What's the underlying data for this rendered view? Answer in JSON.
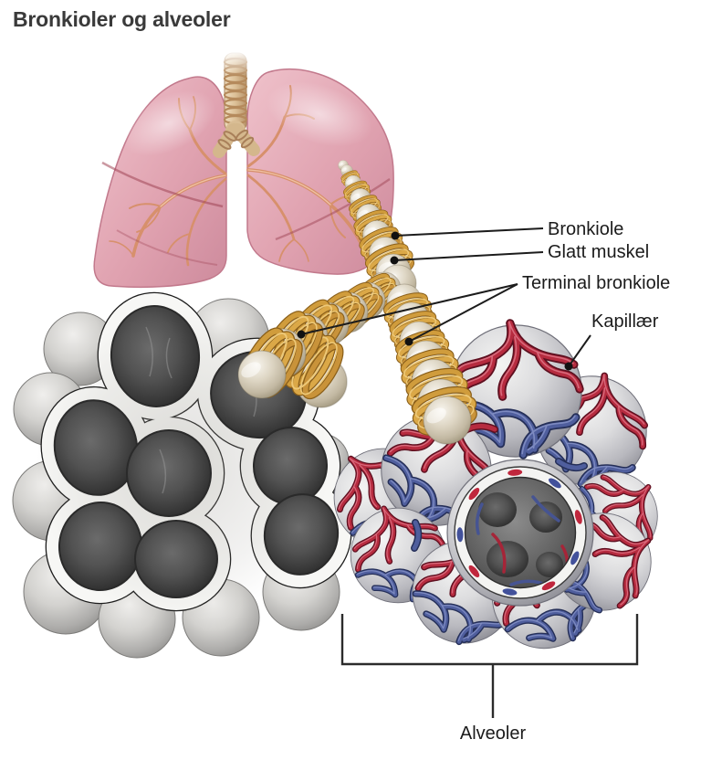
{
  "title": "Bronkioler og alveoler",
  "labels": {
    "bronkiole": "Bronkiole",
    "glatt_muskel": "Glatt muskel",
    "terminal_bronkiole": "Terminal bronkiole",
    "kapillaer": "Kapillær",
    "alveoler": "Alveoler"
  },
  "colors": {
    "smooth_muscle_gold": "#cf9a3a",
    "capillary_red": "#b62b3f",
    "capillary_blue": "#4f5e9d",
    "lung_pink": "#e2a6b2",
    "bronchiole_beige": "#ddd5c3",
    "alveole_gray": "#4a4a4a",
    "label_text": "#1b1b1b"
  }
}
